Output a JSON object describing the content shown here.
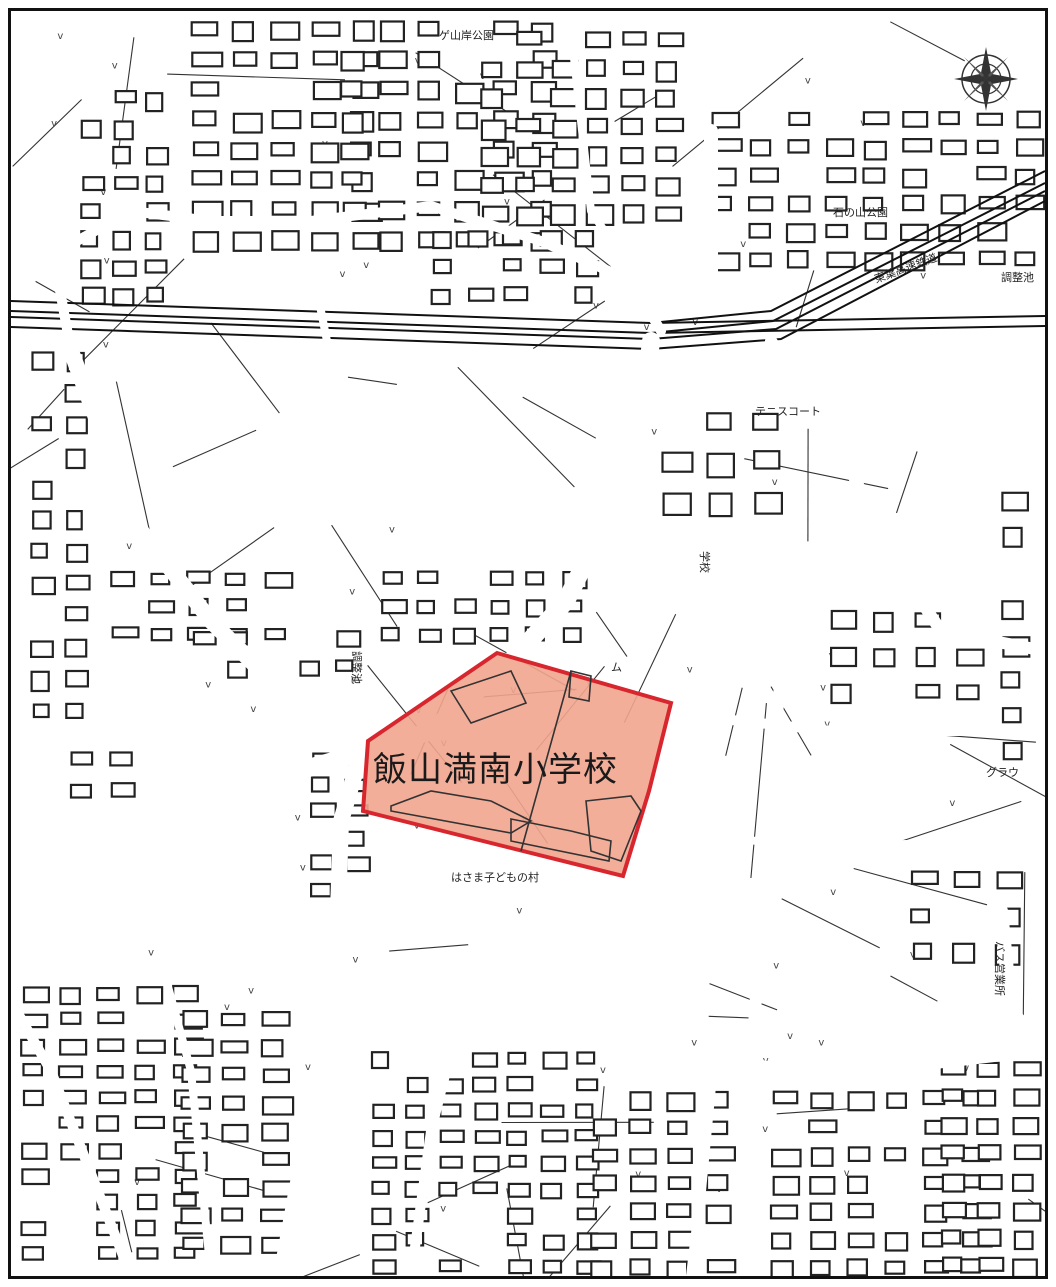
{
  "map": {
    "school_name": "飯山満南小学校",
    "highlight_fill": "#f2a58f",
    "highlight_stroke": "#d8262e",
    "labels": {
      "park_top": "ゲ山岸公園",
      "park_right": "石の山公園",
      "pond_right": "調整池",
      "tennis_court": "テニスコート",
      "pond_left": "調整池",
      "school_north": "学校",
      "ground": "グラウ",
      "kids_center": "はさま子どもの村",
      "bus_office": "バス営業所",
      "rail_name": "東葉高速鉄道",
      "home_label": "ム"
    },
    "icons": {
      "compass": "compass-rose-icon"
    }
  }
}
